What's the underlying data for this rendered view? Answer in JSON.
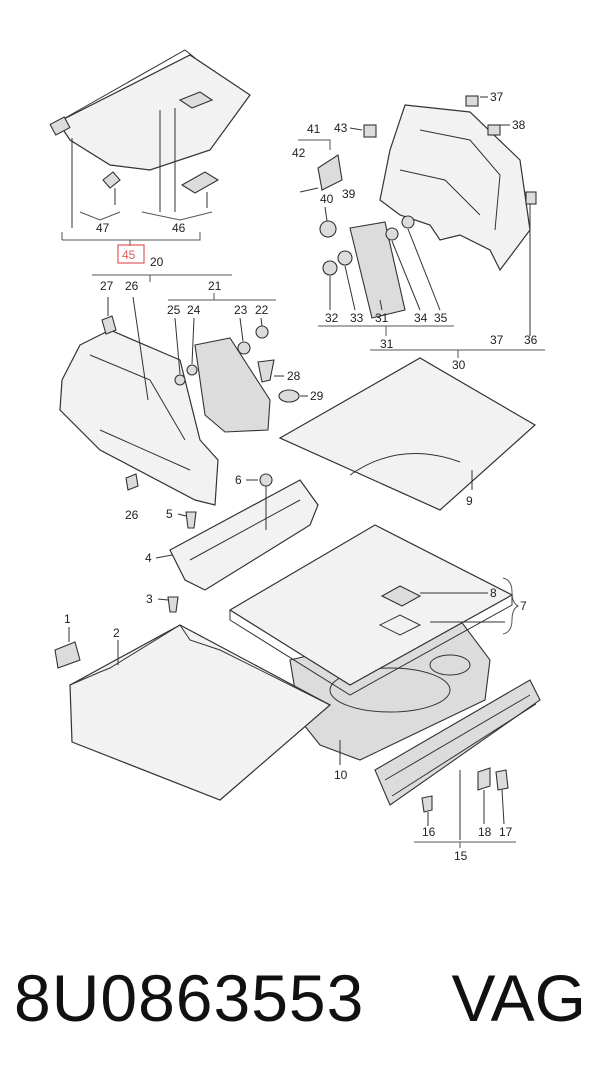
{
  "footer": {
    "part_number": "8U0863553",
    "brand": "VAG"
  },
  "callouts": {
    "c1": "1",
    "c2": "2",
    "c3": "3",
    "c4": "4",
    "c5": "5",
    "c6": "6",
    "c7": "7",
    "c8": "8",
    "c9": "9",
    "c10": "10",
    "c15": "15",
    "c16": "16",
    "c17": "17",
    "c18": "18",
    "c20": "20",
    "c21": "21",
    "c22": "22",
    "c23": "23",
    "c24": "24",
    "c25": "25",
    "c26a": "26",
    "c26b": "26",
    "c27": "27",
    "c28": "28",
    "c29": "29",
    "c30": "30",
    "c31": "31",
    "c32": "32",
    "c33": "33",
    "c34": "34",
    "c35": "35",
    "c36": "36",
    "c37a": "37",
    "c37b": "37",
    "c38": "38",
    "c39": "39",
    "c40": "40",
    "c41": "41",
    "c42": "42",
    "c43": "43",
    "c45": "45",
    "c46": "46",
    "c47": "47"
  },
  "highlight_color": "#e05a5a"
}
